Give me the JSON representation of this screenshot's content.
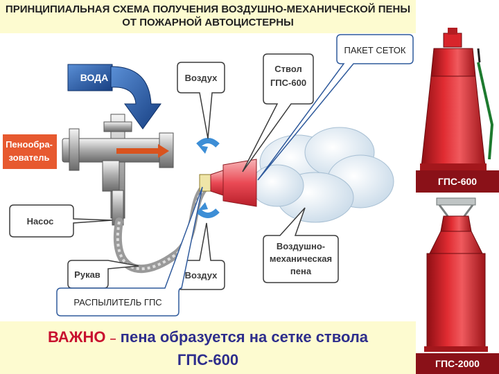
{
  "title": {
    "line1": "ПРИНЦИПИАЛЬНАЯ СХЕМА ПОЛУЧЕНИЯ ВОЗДУШНО-МЕХАНИЧЕСКОЙ ПЕНЫ",
    "line2": "ОТ ПОЖАРНОЙ АВТОЦИСТЕРНЫ"
  },
  "labels": {
    "voda": "ВОДА",
    "penoobrazovatel_1": "Пенообра-",
    "penoobrazovatel_2": "зователь",
    "vozduh_top": "Воздух",
    "stvol_1": "Ствол",
    "stvol_2": "ГПС-600",
    "paket_setok": "ПАКЕТ СЕТОК",
    "nasos": "Насос",
    "rukav": "Рукав",
    "vozduh_bottom": "Воздух",
    "foam_1": "Воздушно-",
    "foam_2": "механическая",
    "foam_3": "пена",
    "raspylitel": "РАСПЫЛИТЕЛЬ ГПС"
  },
  "products": {
    "gps600": "ГПС-600",
    "gps2000": "ГПС-2000"
  },
  "important": {
    "word": "ВАЖНО",
    "dash": "–",
    "text_line1": "пена образуется на сетке ствола",
    "text_line2": "ГПС-600"
  },
  "colors": {
    "title_band": "#fdfbd0",
    "water_blue": "#1f5aa8",
    "foam_red": "#e84b57",
    "device_red": "#d8252b",
    "accent_text": "#c8102e",
    "body_text": "#2e2e8c"
  }
}
